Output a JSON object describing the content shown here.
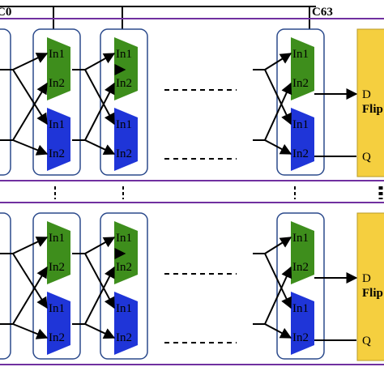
{
  "header": {
    "control_left": "C0",
    "control_right": "C63"
  },
  "mux_input_labels": {
    "in1": "In1",
    "in2": "In2"
  },
  "flipflop": {
    "d_label": "D",
    "q_label": "Q",
    "title": "Flip"
  },
  "colors": {
    "mux_green": "#3e8e1c",
    "mux_blue": "#1f35d8",
    "flipflop_fill": "#f5cf3f",
    "row_border": "#7030a0",
    "stage_border": "#2b4a8c"
  },
  "icons": {
    "mux": "trapezoid-mux-icon",
    "arrow": "arrowhead-icon"
  }
}
